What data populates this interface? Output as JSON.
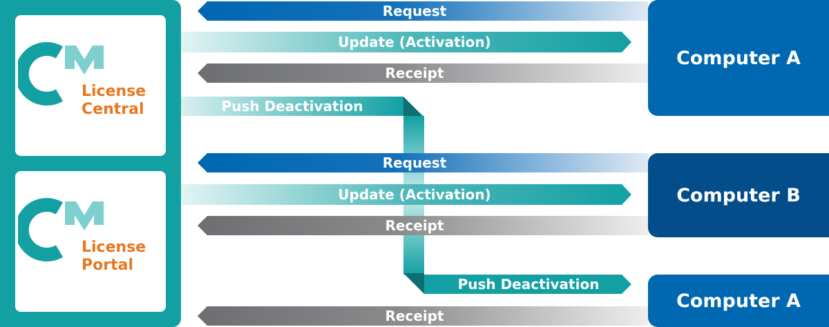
{
  "left_panel": {
    "brand_top": [
      "License",
      "Central"
    ],
    "brand_bottom": [
      "License",
      "Portal"
    ]
  },
  "computers": [
    "Computer A",
    "Computer B",
    "Computer A"
  ],
  "arrows": {
    "request": "Request",
    "update": "Update (Activation)",
    "receipt": "Receipt",
    "push_deactivation": "Push Deactivation"
  },
  "colors": {
    "teal": "#13a0a3",
    "blue": "#0067b1",
    "dark_blue": "#034d8a",
    "gray": "#6d6e71",
    "orange": "#e87722"
  }
}
